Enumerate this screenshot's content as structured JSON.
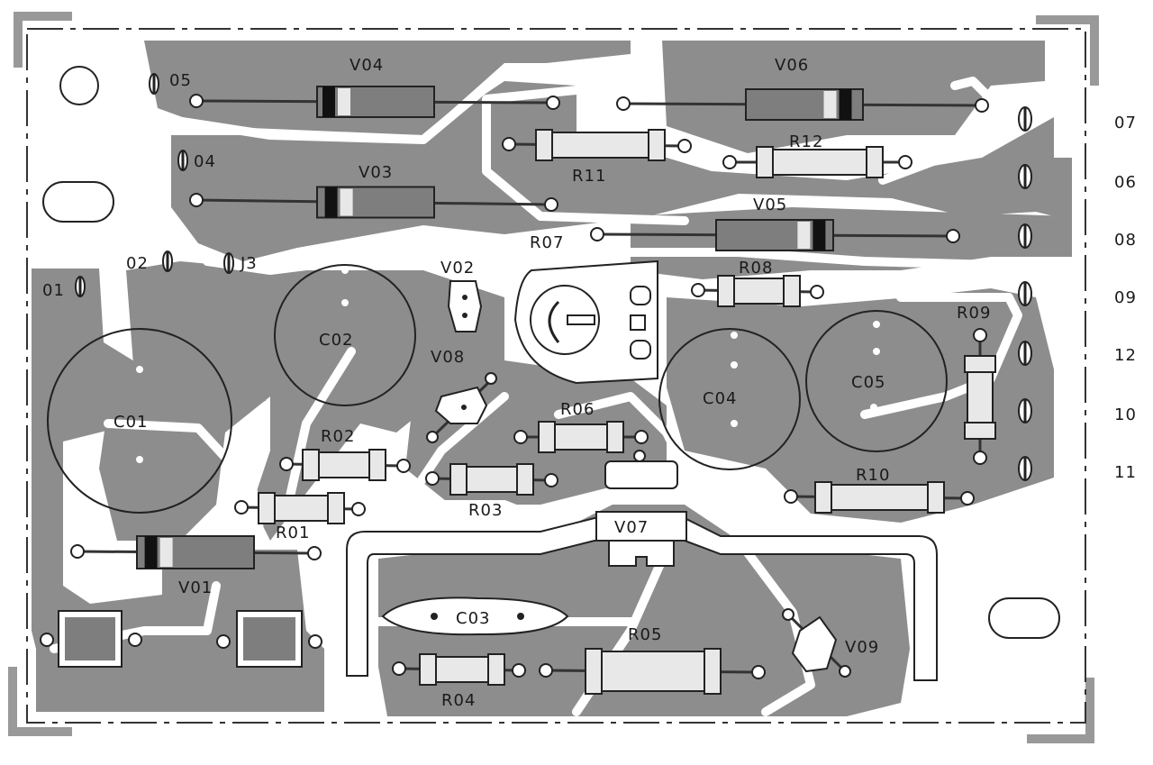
{
  "board": {
    "colors": {
      "copper": "#8d8d8d",
      "background": "#ffffff",
      "ink": "#1a1a1a"
    },
    "labels": {
      "v04": "V04",
      "v06": "V06",
      "v03": "V03",
      "v05": "V05",
      "v02": "V02",
      "v08": "V08",
      "v01": "V01",
      "v07": "V07",
      "v09": "V09",
      "r11": "R11",
      "r12": "R12",
      "r07": "R07",
      "r08": "R08",
      "r09": "R09",
      "r06": "R06",
      "r02": "R02",
      "r03": "R03",
      "r01": "R01",
      "r10": "R10",
      "r05": "R05",
      "r04": "R04",
      "c01": "C01",
      "c02": "C02",
      "c03": "C03",
      "c04": "C04",
      "c05": "C05",
      "p05": "05",
      "p04": "04",
      "p02": "02",
      "p03": "J3",
      "p01": "01"
    },
    "connectors": [
      "07",
      "06",
      "08",
      "09",
      "12",
      "10",
      "11"
    ]
  }
}
